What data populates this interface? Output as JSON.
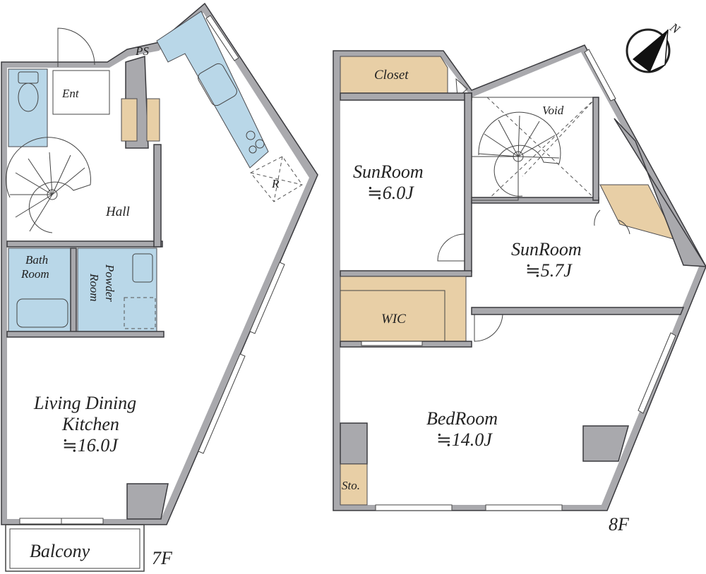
{
  "compass": {
    "north_label": "N",
    "icon": "north-arrow-icon"
  },
  "floor7": {
    "floor_label": "7F",
    "rooms": {
      "entrance": "Ent",
      "ps": "PS",
      "hall": "Hall",
      "refrigerator": "R",
      "bath_line1": "Bath",
      "bath_line2": "Room",
      "powder_line1": "Powder",
      "powder_line2": "Room",
      "ldk_line1": "Living Dining",
      "ldk_line2": "Kitchen",
      "ldk_size": "≒16.0J",
      "balcony": "Balcony"
    }
  },
  "floor8": {
    "floor_label": "8F",
    "rooms": {
      "closet": "Closet",
      "void": "Void",
      "sunroom1": "SunRoom",
      "sunroom1_size": "≒6.0J",
      "sunroom2": "SunRoom",
      "sunroom2_size": "≒5.7J",
      "wic": "WIC",
      "bedroom": "BedRoom",
      "bedroom_size": "≒14.0J",
      "storage": "Sto."
    }
  },
  "colors": {
    "wall": "#a9a9ad",
    "wet_area": "#b9d7e8",
    "storage": "#e8cfa6"
  }
}
